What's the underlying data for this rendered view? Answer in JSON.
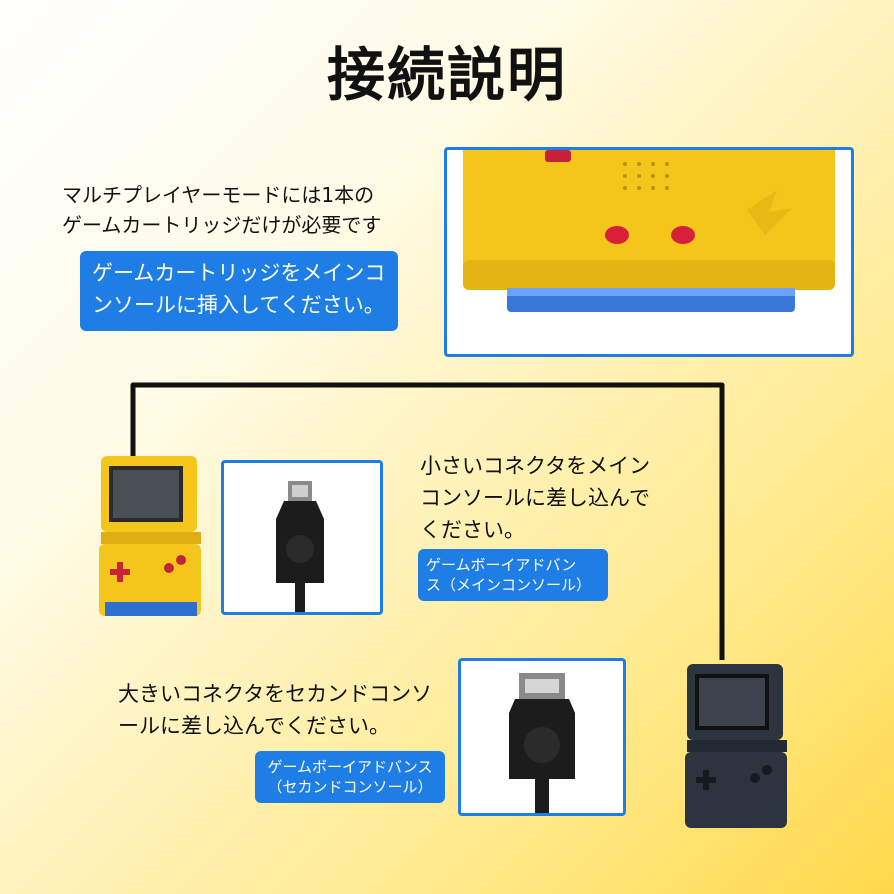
{
  "title": "接続説明",
  "intro": {
    "line1": "マルチプレイヤーモードには1本の",
    "line2": "ゲームカートリッジだけが必要です"
  },
  "insert_box": {
    "line1": "ゲームカートリッジをメインコ",
    "line2": "ンソールに挿入してください。"
  },
  "small_connector": {
    "line1": "小さいコネクタをメイン",
    "line2": "コンソールに差し込んで",
    "line3": "ください。"
  },
  "main_badge": {
    "line1": "ゲームボーイアドバン",
    "line2": "ス（メインコンソール）"
  },
  "large_connector": {
    "line1": "大きいコネクタをセカンドコンソ",
    "line2": "ールに差し込んでください。"
  },
  "second_badge": {
    "line1": "ゲームボーイアドバンス",
    "line2": "（セカンドコンソール）"
  },
  "colors": {
    "accent_blue": "#1e7ee6",
    "console_yellow": "#f6c81e",
    "console_dark": "#2c3440",
    "background_yellow": "#ffd84a"
  }
}
